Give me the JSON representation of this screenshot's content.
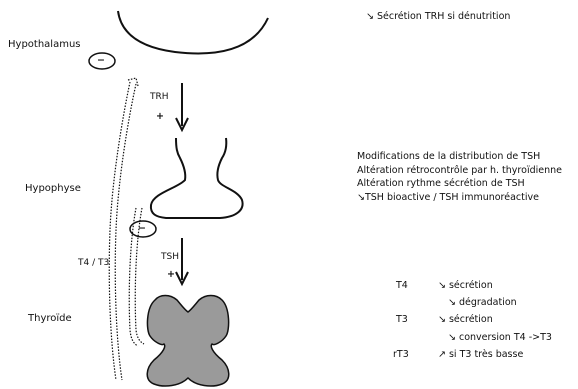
{
  "labels": {
    "hypothalamus": "Hypothalamus",
    "hypophyse": "Hypophyse",
    "thyroide": "Thyroïde",
    "trh": "TRH",
    "tsh": "TSH",
    "t4t3": "T4 / T3",
    "plus_trh": "+",
    "plus_tsh": "+",
    "minus_hypothalamus": "−",
    "minus_hypophyse": "−"
  },
  "notes": {
    "trh_note": "↘ Sécrétion TRH si dénutrition",
    "tsh_notes": [
      "Modifications de la distribution de TSH",
      "Altération rétrocontrôle par h. thyroïdienne",
      "Altération rythme sécrétion de TSH",
      "↘TSH bioactive / TSH immunoréactive"
    ]
  },
  "hormone_table": [
    {
      "hormone": "T4",
      "effect": "↘ sécrétion"
    },
    {
      "hormone": "",
      "effect": "↘ dégradation"
    },
    {
      "hormone": "T3",
      "effect": "↘ sécrétion"
    },
    {
      "hormone": "",
      "effect": "↘ conversion T4 ->T3"
    },
    {
      "hormone": "rT3",
      "effect": "↗ si T3 très basse"
    }
  ]
}
